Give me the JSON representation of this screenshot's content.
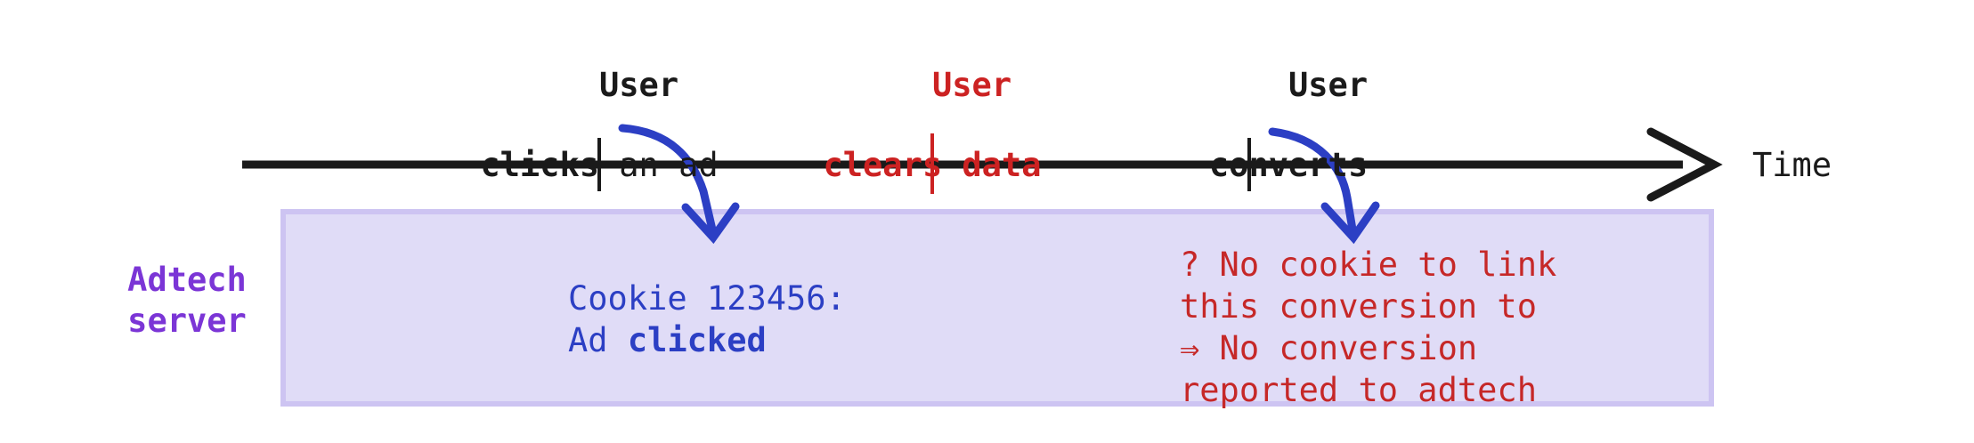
{
  "diagram": {
    "title_semantic": "ad-attribution-cookie-cleared-timeline",
    "colors": {
      "timeline": "#1a1a1a",
      "red": "#cc2222",
      "blue_arrow": "#2c3fc4",
      "purple_label": "#7b35d6",
      "box_fill": "#e0dcf7",
      "box_border": "#cdc4f2",
      "cookie_text": "#2c3fc4",
      "warning_text": "#c62828"
    }
  },
  "timeline": {
    "axis_label": "Time",
    "events": [
      {
        "id": "user-clicks-ad",
        "line1": "User",
        "line2_bold": "clicks",
        "line2_rest": " an ad",
        "line2_full": "clicks an ad",
        "color": "#1a1a1a",
        "tick_color": "#1a1a1a"
      },
      {
        "id": "user-clears-data",
        "line1": "User",
        "line2_full": "clears data",
        "color": "#cc2222",
        "tick_color": "#cc2222"
      },
      {
        "id": "user-converts",
        "line1": "User",
        "line2_full": "converts",
        "color": "#1a1a1a",
        "tick_color": "#1a1a1a"
      }
    ]
  },
  "server": {
    "label_line1": "Adtech",
    "label_line2": "server",
    "entries": [
      {
        "id": "cookie-log",
        "line1": "Cookie 123456:",
        "line2_prefix": "Ad ",
        "line2_bold": "clicked",
        "line2_full": "Ad clicked"
      },
      {
        "id": "no-conversion-warning",
        "line1": "? No cookie to link",
        "line2": "this conversion to",
        "line3": "⇒ No conversion",
        "line4": "reported to adtech"
      }
    ]
  }
}
